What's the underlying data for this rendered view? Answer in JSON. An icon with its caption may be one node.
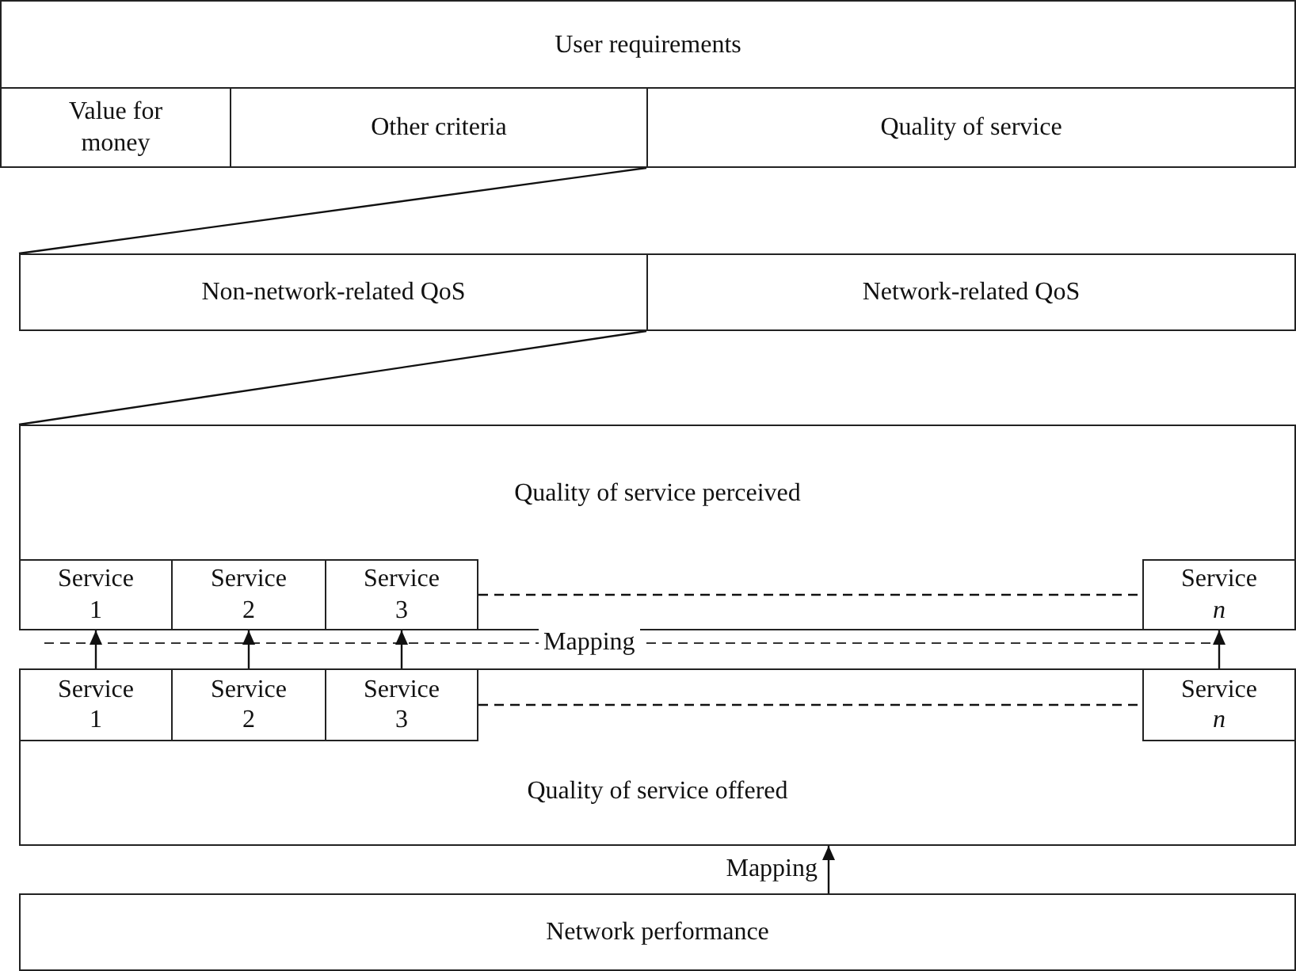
{
  "diagram": {
    "nodes": [
      {
        "text": [
          "User requirements"
        ]
      },
      {
        "text": [
          "Value for money"
        ],
        "in": 0
      },
      {
        "text": [
          "Other criteria"
        ],
        "in": 0
      },
      {
        "text": [
          "Quality of service"
        ],
        "in": 0
      },
      {
        "text": [],
        "shape": "box"
      },
      {
        "text": [
          "Non-network-related QoS"
        ],
        "in": 4
      },
      {
        "text": [
          "Network-related QoS"
        ],
        "in": 4
      },
      {
        "text": [
          "Quality of service perceived"
        ]
      },
      {
        "text": [
          "Service 1"
        ],
        "in": 7
      },
      {
        "text": [
          "Service 2"
        ],
        "in": 7
      },
      {
        "text": [
          "Service 3"
        ],
        "in": 7
      },
      {
        "text": [
          "Service *n*"
        ],
        "in": 7
      },
      {
        "text": [
          "Quality of service offered"
        ]
      },
      {
        "text": [
          "Service 1"
        ],
        "in": 12
      },
      {
        "text": [
          "Service 2"
        ],
        "in": 12
      },
      {
        "text": [
          "Service 3"
        ],
        "in": 12
      },
      {
        "text": [
          "Service *n*"
        ],
        "in": 12
      },
      {
        "text": [
          "Network performance"
        ]
      }
    ],
    "edges": [
      {
        "from": 3,
        "to": 4,
        "arrow": "none"
      },
      {
        "from": 6,
        "to": 7,
        "arrow": "none"
      },
      {
        "from": 10,
        "to": 11,
        "arrow": "none",
        "style": "dashed"
      },
      {
        "from": 15,
        "to": 16,
        "arrow": "none",
        "style": "dashed"
      },
      {
        "from": 13,
        "to": 8,
        "arrow": "to"
      },
      {
        "from": 14,
        "to": 9,
        "arrow": "to"
      },
      {
        "from": 15,
        "to": 10,
        "arrow": "to"
      },
      {
        "from": 16,
        "to": 11,
        "arrow": "to"
      },
      {
        "from": 17,
        "to": 12,
        "arrow": "to",
        "label": "Mapping"
      }
    ],
    "labels": [
      "Mapping"
    ]
  }
}
